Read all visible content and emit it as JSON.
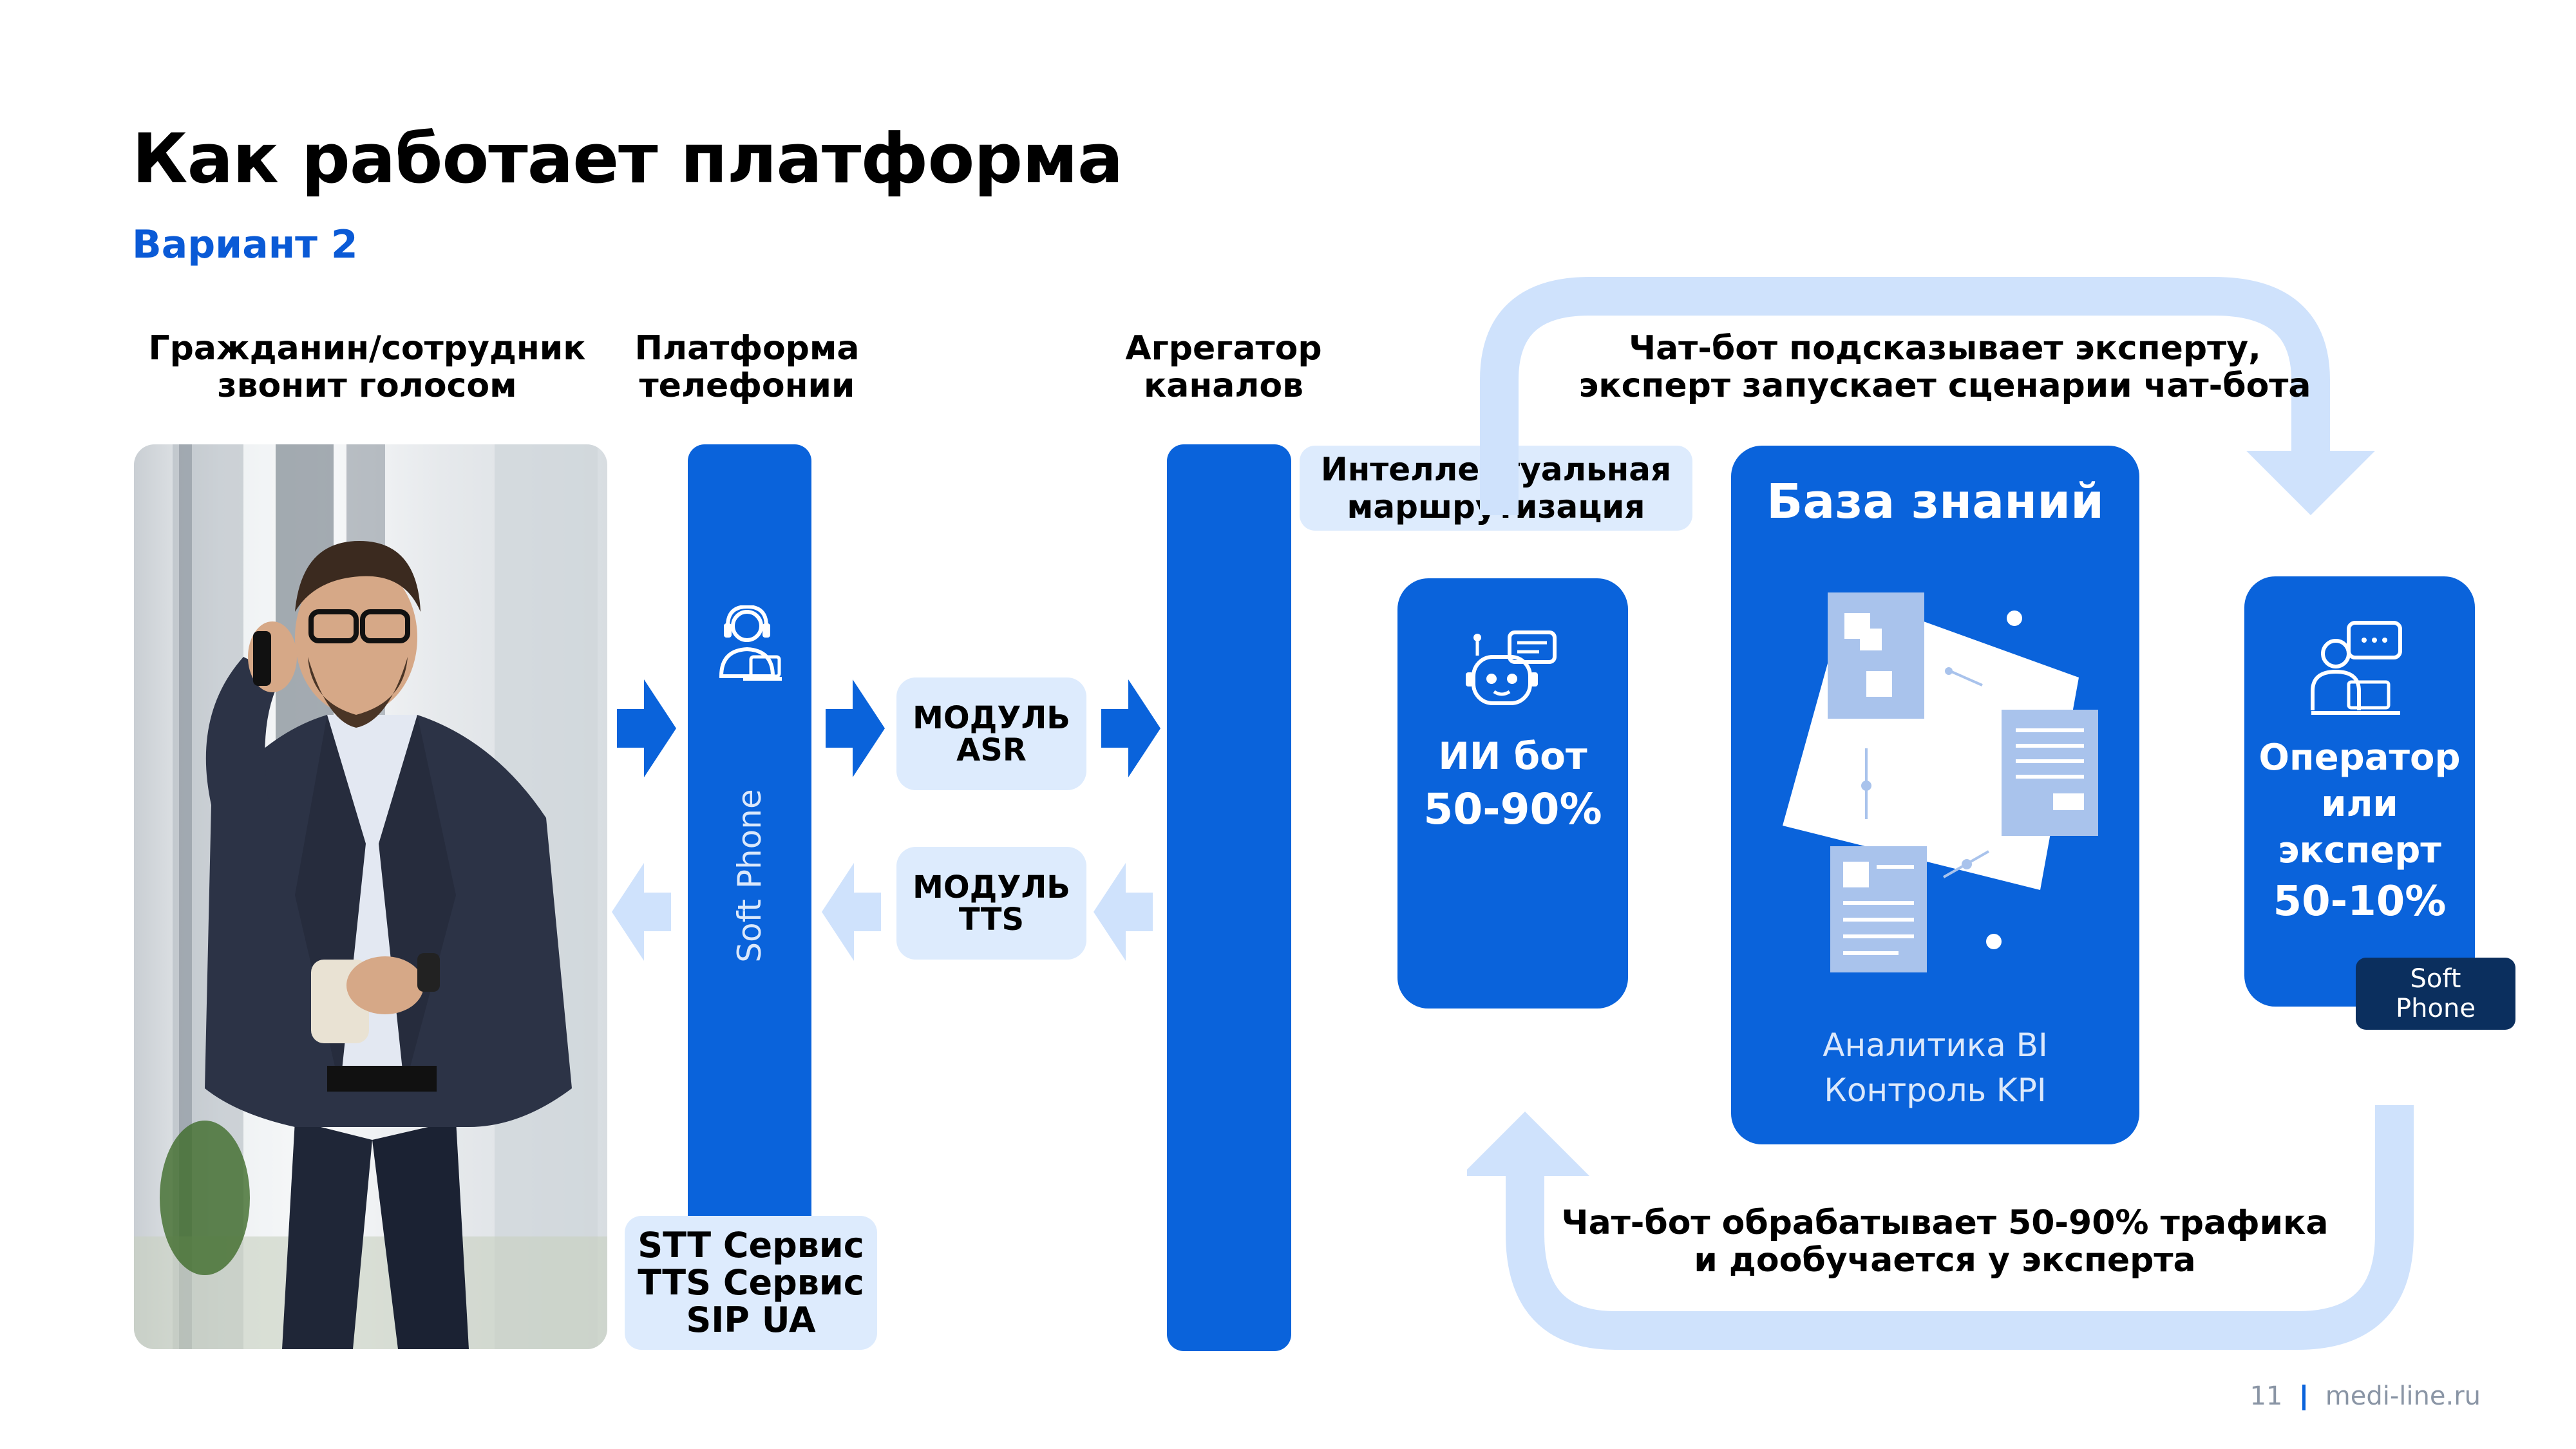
{
  "header": {
    "title": "Как работает платформа",
    "subtitle": "Вариант 2"
  },
  "columns": {
    "citizen": [
      "Гражданин/сотрудник",
      "звонит голосом"
    ],
    "telephony": [
      "Платформа",
      "телефонии"
    ],
    "aggregator": [
      "Агрегатор",
      "каналов"
    ]
  },
  "telephony_bar": {
    "vertical_label": "Soft Phone",
    "services": [
      "STT Сервис",
      "TTS Сервис",
      "SIP UA"
    ]
  },
  "modules": {
    "asr": [
      "МОДУЛЬ",
      "ASR"
    ],
    "tts": [
      "МОДУЛЬ",
      "TTS"
    ]
  },
  "routing": [
    "Интеллектуальная",
    "маршрутизация"
  ],
  "ai_bot": {
    "label": "ИИ бот",
    "share": "50-90%"
  },
  "knowledge_base": {
    "title": "База знаний",
    "footer": [
      "Аналитика BI",
      "Контроль KPI"
    ]
  },
  "operator": {
    "lines": [
      "Оператор",
      "или",
      "эксперт"
    ],
    "share": "50-10%",
    "badge": [
      "Soft",
      "Phone"
    ]
  },
  "loop_top": [
    "Чат-бот подсказывает эксперту,",
    "эксперт запускает сценарии чат-бота"
  ],
  "loop_bottom": [
    "Чат-бот обрабатывает 50-90% трафика",
    "и дообучается у эксперта"
  ],
  "footer": {
    "page": "11",
    "site": "medi-line.ru"
  },
  "colors": {
    "primary": "#0a63db",
    "light": "#ddebfd",
    "loop": "#cfe2fc",
    "badge": "#0b2f5e"
  }
}
